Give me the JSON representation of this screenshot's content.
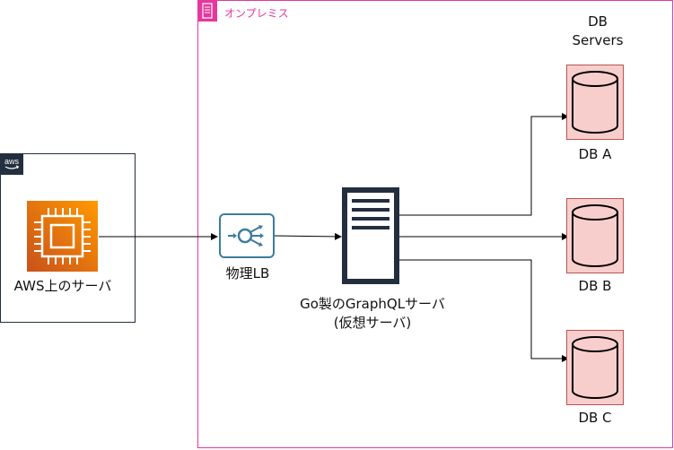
{
  "groups": {
    "onprem": {
      "label": "オンプレミス",
      "color": "#e6379c"
    },
    "aws": {
      "badge": "aws",
      "color": "#232f3e"
    }
  },
  "nodes": {
    "aws_server": {
      "label": "AWS上のサーバ",
      "icon": "ec2-instance-icon",
      "color": "#ed7100"
    },
    "lb": {
      "label": "物理LB",
      "icon": "load-balancer-icon",
      "color": "#3d7d99"
    },
    "graphql": {
      "line1": "Go製のGraphQLサーバ",
      "line2": "(仮想サーバ)",
      "icon": "server-icon"
    },
    "db_group_title": {
      "line1": "DB",
      "line2": "Servers"
    },
    "db": [
      {
        "label": "DB A"
      },
      {
        "label": "DB B"
      },
      {
        "label": "DB C"
      }
    ],
    "db_color": "#f8cecc",
    "db_stroke": "#b85450"
  }
}
